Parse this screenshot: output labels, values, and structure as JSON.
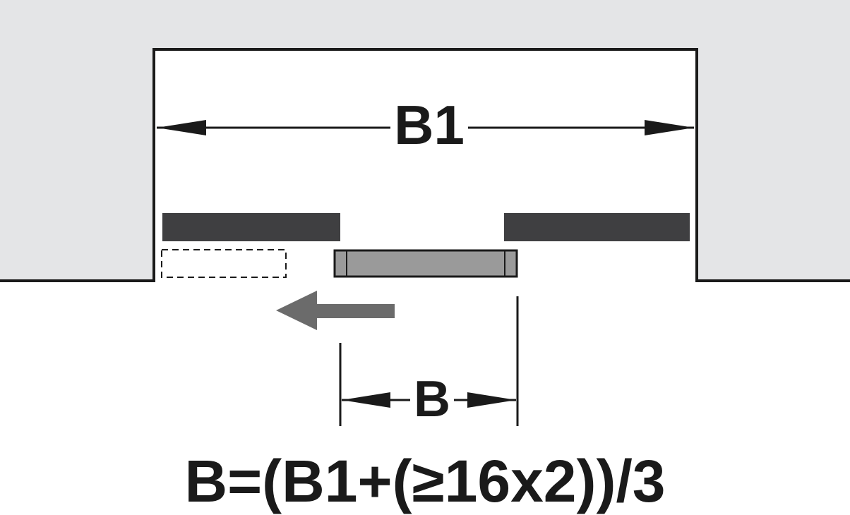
{
  "labels": {
    "overall_width": "B1",
    "panel_width": "B",
    "formula": "B=(B1+(≥16x2))/3"
  },
  "colors": {
    "wall": "#e4e5e7",
    "outline": "#1a1a1a",
    "fixed_panel": "#3f3f41",
    "sliding_panel": "#9a9a9a",
    "direction_arrow": "#6b6b6b"
  },
  "direction": "left"
}
